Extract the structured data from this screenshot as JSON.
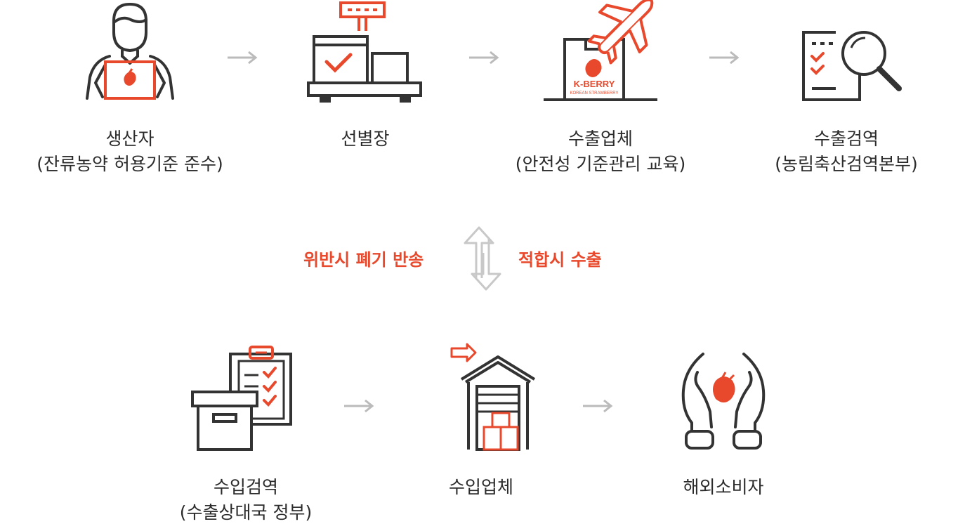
{
  "colors": {
    "accent": "#e8492c",
    "line": "#333333",
    "arrow": "#bbbbbb"
  },
  "flow_top": [
    {
      "icon": "producer-with-box-icon",
      "label": "생산자",
      "sublabel": "(잔류농약 허용기준 준수)"
    },
    {
      "icon": "sorting-scale-icon",
      "label": "선별장",
      "sublabel": ""
    },
    {
      "icon": "export-airplane-box-icon",
      "label": "수출업체",
      "sublabel": "(안전성 기준관리 교육)"
    },
    {
      "icon": "inspection-magnifier-icon",
      "label": "수출검역",
      "sublabel": "(농림축산검역본부)"
    }
  ],
  "decision": {
    "reject_label": "위반시 폐기 반송",
    "pass_label": "적합시 수출"
  },
  "flow_bottom": [
    {
      "icon": "import-clipboard-box-icon",
      "label": "수입검역",
      "sublabel": "(수출상대국 정부)"
    },
    {
      "icon": "warehouse-icon",
      "label": "수입업체",
      "sublabel": ""
    },
    {
      "icon": "hands-berry-icon",
      "label": "해외소비자",
      "sublabel": ""
    }
  ],
  "box_brand": {
    "name": "K-BERRY",
    "tagline": "KOREAN STRAWBERRY"
  }
}
